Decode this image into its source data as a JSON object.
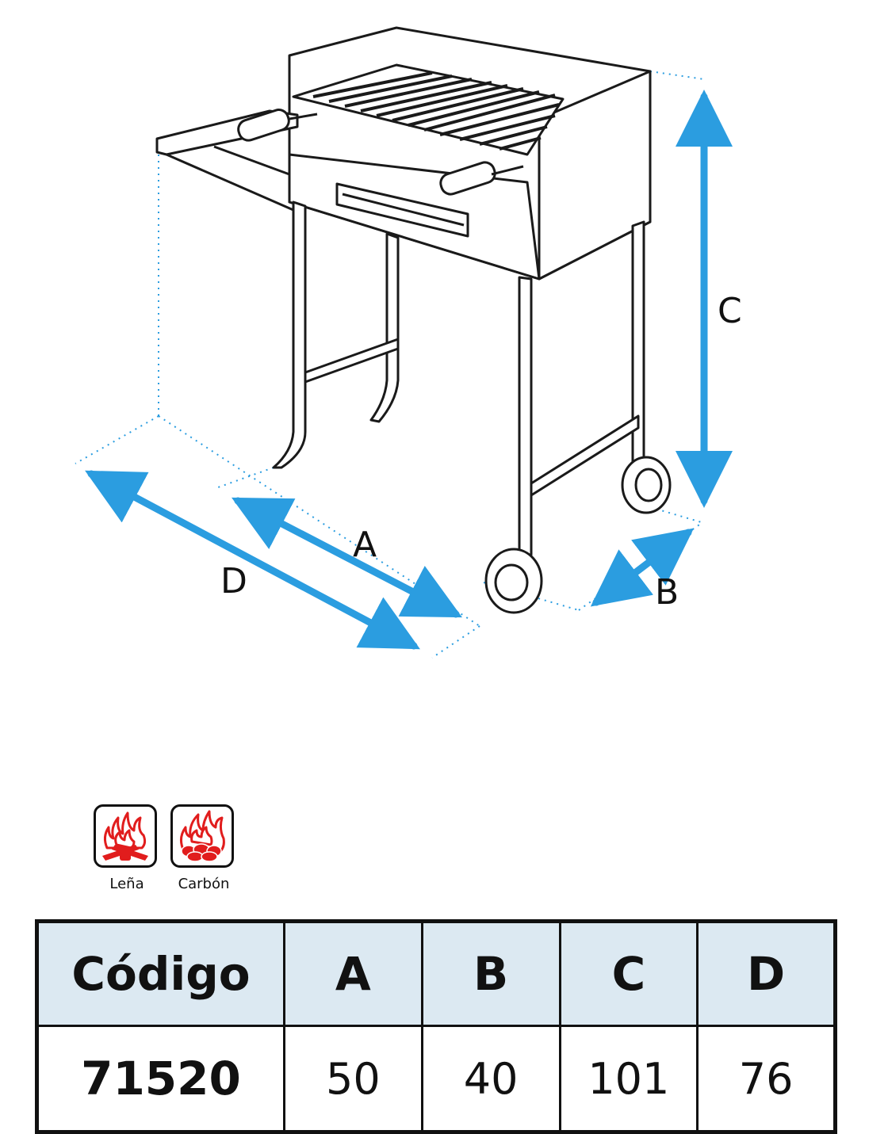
{
  "diagram": {
    "labels": {
      "A": "A",
      "B": "B",
      "C": "C",
      "D": "D"
    },
    "arrow_color": "#2b9de0",
    "line_color": "#1a1a1a"
  },
  "fuels": [
    {
      "label": "Leña",
      "icon": "firewood-icon",
      "color": "#e11d1d"
    },
    {
      "label": "Carbón",
      "icon": "charcoal-icon",
      "color": "#e11d1d"
    }
  ],
  "table": {
    "headers": [
      "Código",
      "A",
      "B",
      "C",
      "D"
    ],
    "rows": [
      [
        "71520",
        "50",
        "40",
        "101",
        "76"
      ]
    ]
  }
}
